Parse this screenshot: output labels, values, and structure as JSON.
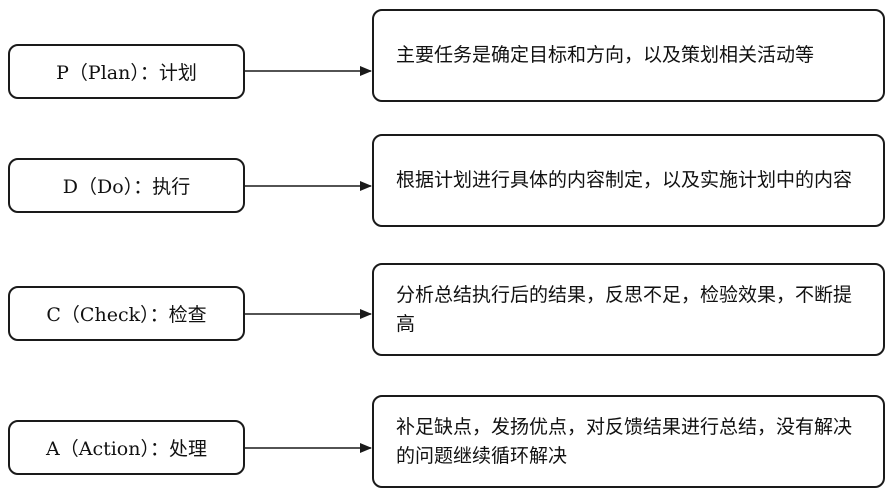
{
  "steps": [
    {
      "phase": "P（Plan）：计划",
      "description": "主要任务是确定目标和方向，以及策划相关活动等"
    },
    {
      "phase": "D（Do）：执行",
      "description": "根据计划进行具体的内容制定，以及实施计划中的内容"
    },
    {
      "phase": "C（Check）：检查",
      "description": "分析总结执行后的结果，反思不足，检验效果，不断提高"
    },
    {
      "phase": "A（Action）：处理",
      "description": "补足缺点，发扬优点，对反馈结果进行总结，没有解决的问题继续循环解决"
    }
  ],
  "colors": {
    "stroke": "#1a1a1a",
    "background": "#ffffff"
  }
}
